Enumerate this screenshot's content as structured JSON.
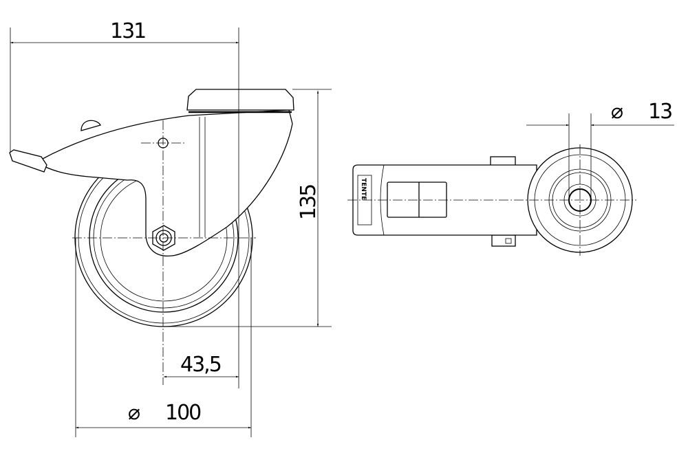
{
  "dimensions": {
    "overall_length": "131",
    "overall_height": "135",
    "offset": "43,5",
    "wheel_diameter_symbol": "⌀",
    "wheel_diameter": "100",
    "bolt_hole_symbol": "⌀",
    "bolt_hole_diameter": "13"
  },
  "brand_logo": "TENTE",
  "colors": {
    "line": "#000000",
    "background": "#ffffff"
  }
}
